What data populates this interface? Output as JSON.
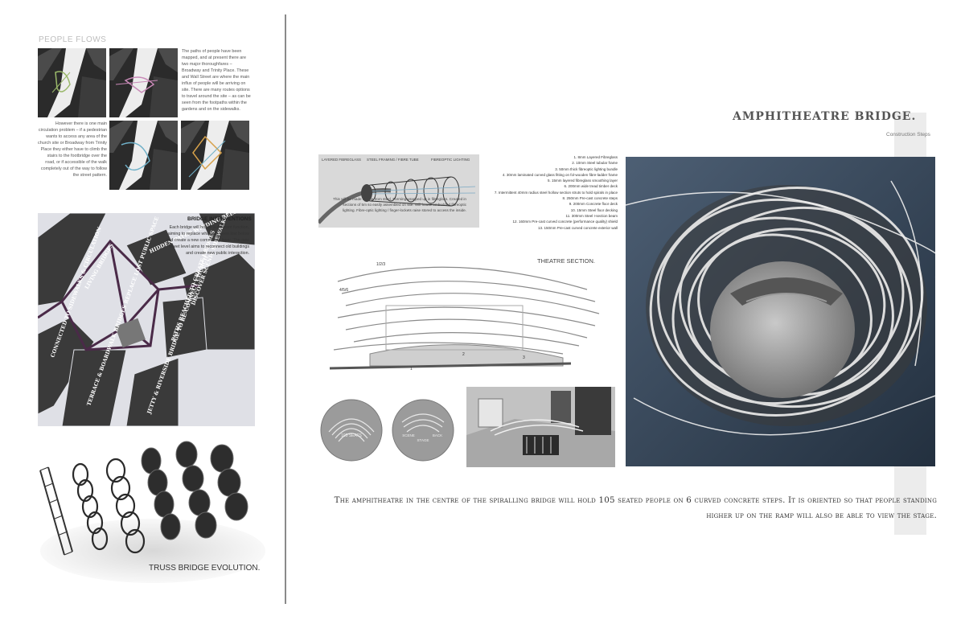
{
  "people_flows": {
    "title": "PEOPLE FLOWS",
    "text_right": "The paths of people have been mapped, and at present there are two major thoroughfares – Broadway and Trinity Place. These and Wall Street are where the main influx of people will be arriving on site. There are many routes options to travel around the site – as can be seen from the footpaths within the gardens and on the sidewalks.",
    "text_left": "However there is one main circulation problem – if a pedestrian wants to access any area of the church site or Broadway from Trinity Place they either have to climb the stairs to the footbridge over the road, or if accessible of the walk completely out of the way to follow the street pattern.",
    "path_colors": [
      "#9ab86a",
      "#c98ab8",
      "#6fb0c8",
      "#d6a14a"
    ]
  },
  "bridge_interventions": {
    "title": "BRIDGE INTERVENTIONS",
    "text": "Each bridge will house a different function, aiming to replace what has been lost below and create a new community layer. The new street level aims to reconnect old buildings and create new public interaction.",
    "labels": [
      "LIVING BRIDGES",
      "HIDDEN PATHS WINDING BELOW",
      "CONNECTED TO SIDEWALKS & CIRCULATION",
      "DISCOVER SCENIC SIDEWALKS & CIRCULATION",
      "PATHS REACHED TO CREATE BRIDGES",
      "TERRACE & BOARDWALK BRIDGES REPLACE LOST PUBLIC SPACE",
      "JETTY & RIVERSIDE BRIDGE TO RE-CONNECT CHURCH"
    ],
    "accent": "#4a2a48"
  },
  "truss": {
    "caption": "TRUSS BRIDGE EVOLUTION."
  },
  "amphitheatre": {
    "title": "AMPHITHEATRE BRIDGE.",
    "subtitle": "Construction Steps"
  },
  "exploded": {
    "labels": [
      "LAYERED FIBREGLASS",
      "STEEL FRAMING / FIBRE TUBE",
      "FIBREOPTIC LIGHTING"
    ],
    "text": "This will be made off site from steel. Forming wrapped up in fibreglass. Created in sections of 5m so easily assembled on site. Will house embedded fibreoptic lighting. Fibre-optic lighting / finger-lockets raise stored to access the inside."
  },
  "legend": [
    "1. 8mm Layered Fibreglass",
    "2. 10mm Steel tubular frame",
    "3. 50mm thick fibreoptic lighting bundle",
    "4. 30mm laminated curved glass fitting on fol-wooden fibre-ladder frame",
    "5. 15mm layered fibreglass smoothing layer",
    "6. 200mm wide tread timber deck",
    "7. Intermittent 40mm radius steel hollow section struts to hold spirals in place",
    "8. 250mm Pre-cast concrete steps",
    "9. 200mm Concrete floor deck",
    "10. 15mm Steel floor decking",
    "11. 300mm Steel I-section beam",
    "12. 160mm Pre-cast curved concrete (performance quality) shield",
    "13. 150mm Pre-cast curved concrete exterior wall"
  ],
  "theatre_section": {
    "label": "THEATRE SECTION.",
    "marks": [
      "1/2/3",
      "4/5/6"
    ],
    "numbers": [
      "3",
      "2",
      "1"
    ]
  },
  "plans": {
    "plan1_label": "105 SEATS",
    "plan2_labels": [
      "STAGE",
      "SCENE",
      "BACK"
    ]
  },
  "caption": "The amphitheatre in the centre of the spiralling bridge will hold 105 seated people on 6 curved concrete steps. It is oriented so that people standing higher up on the ramp will also be able to view the stage."
}
